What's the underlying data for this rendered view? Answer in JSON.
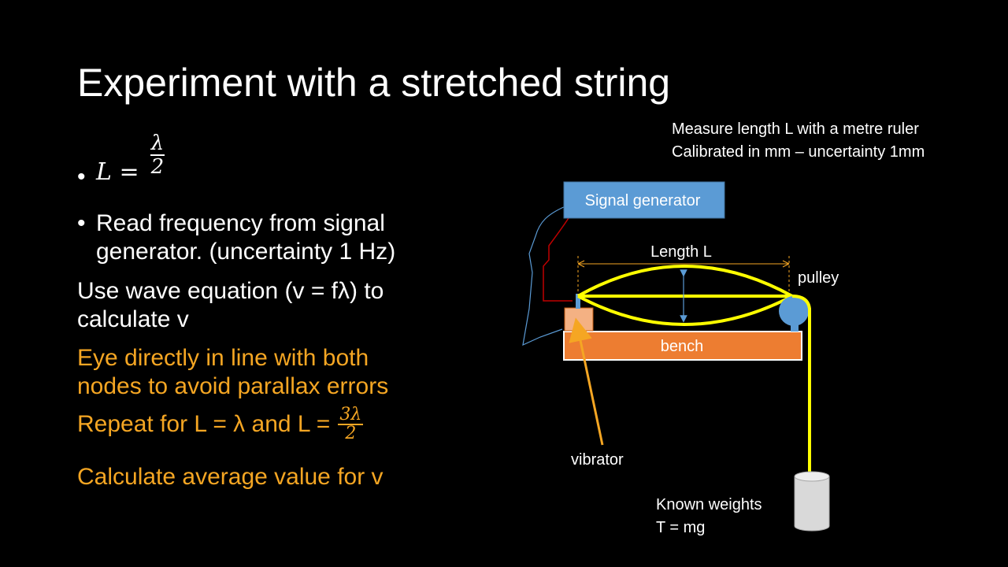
{
  "title": "Experiment with a stretched string",
  "bullets": {
    "bullet_symbol": "•",
    "eq_lhs": "L =",
    "eq_num": "λ",
    "eq_den": "2",
    "freq_line1": "Read frequency from signal",
    "freq_line2": "generator. (uncertainty 1 Hz)"
  },
  "body": {
    "wave_line1": "Use wave equation (v = fλ) to",
    "wave_line2": "calculate v",
    "eye_line1": "Eye directly in line with both",
    "eye_line2": "nodes to avoid parallax errors",
    "repeat_text": "Repeat for L = λ and L =",
    "repeat_num": "3λ",
    "repeat_den": "2",
    "average": "Calculate average value for v"
  },
  "notes": {
    "measure_line1": "Measure length L with a metre ruler",
    "measure_line2": "Calibrated in mm – uncertainty 1mm",
    "weights_line1": "Known weights",
    "weights_line2": "T = mg"
  },
  "diagram": {
    "signal_generator": "Signal generator",
    "length_label": "Length L",
    "pulley_label": "pulley",
    "bench_label": "bench",
    "vibrator_label": "vibrator",
    "colors": {
      "signal_box": "#5b9bd5",
      "bench": "#ed7d31",
      "vibrator": "#f4b183",
      "string": "#ffff00",
      "arrow": "#f5a623",
      "pulley": "#5b9bd5",
      "weight": "#d9d9d9",
      "wire_red": "#c00000",
      "wire_blue": "#5b9bd5"
    }
  }
}
